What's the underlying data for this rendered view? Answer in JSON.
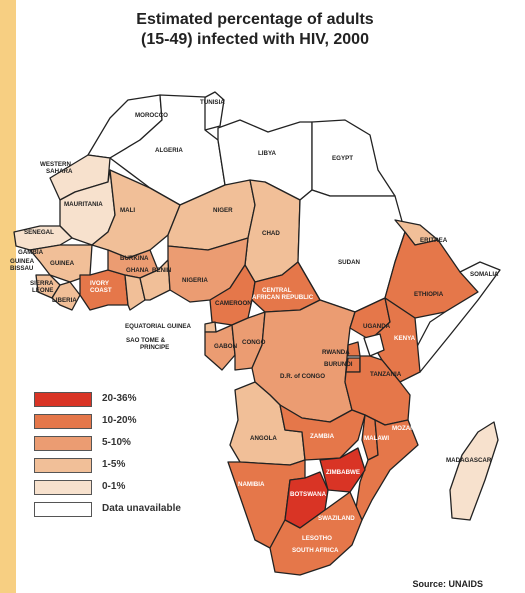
{
  "title_line1": "Estimated percentage of adults",
  "title_line2": "(15-49) infected with HIV, 2000",
  "source": "Source: UNAIDS",
  "legend": [
    {
      "label": "20-36%",
      "color": "#d93425"
    },
    {
      "label": "10-20%",
      "color": "#e5774a"
    },
    {
      "label": "5-10%",
      "color": "#eb9c72"
    },
    {
      "label": "1-5%",
      "color": "#f1bf98"
    },
    {
      "label": "0-1%",
      "color": "#f7e1cd"
    },
    {
      "label": "Data unavailable",
      "color": "#ffffff"
    }
  ],
  "countries": {
    "morocco": "MOROCCO",
    "tunisia": "TUNISIA",
    "algeria": "ALGERIA",
    "libya": "LIBYA",
    "egypt": "EGYPT",
    "western_sahara_1": "WESTERN",
    "western_sahara_2": "SAHARA",
    "mauritania": "MAURITANIA",
    "mali": "MALI",
    "niger": "NIGER",
    "chad": "CHAD",
    "sudan": "SUDAN",
    "eritrea": "ERITREA",
    "somalia": "SOMALIA",
    "ethiopia": "ETHIOPIA",
    "senegal": "SENEGAL",
    "gambia": "GAMBIA",
    "guinea": "GUINEA",
    "guinea_bissau_1": "GUINEA",
    "guinea_bissau_2": "BISSAU",
    "sierra_leone_1": "SIERRA",
    "sierra_leone_2": "LEONE",
    "liberia": "LIBERIA",
    "ivory_coast_1": "IVORY",
    "ivory_coast_2": "COAST",
    "burkina": "BURKINA",
    "ghana": "GHANA",
    "benin": "BENIN",
    "nigeria": "NIGERIA",
    "cameroon": "CAMEROON",
    "car_1": "CENTRAL",
    "car_2": "AFRICAN REPUBLIC",
    "equatorial_guinea": "EQUATORIAL GUINEA",
    "sao_tome_1": "SAO TOME &",
    "sao_tome_2": "PRINCIPE",
    "gabon": "GABON",
    "congo": "CONGO",
    "uganda": "UGANDA",
    "kenya": "KENYA",
    "rwanda": "RWANDA",
    "burundi": "BURUNDI",
    "drc": "D.R. of CONGO",
    "tanzania": "TANZANIA",
    "angola": "ANGOLA",
    "zambia": "ZAMBIA",
    "malawi": "MALAWI",
    "mozambique": "MOZAMBIQUE",
    "zimbabwe": "ZIMBABWE",
    "namibia": "NAMIBIA",
    "botswana": "BOTSWANA",
    "swaziland": "SWAZILAND",
    "lesotho": "LESOTHO",
    "south_africa": "SOUTH AFRICA",
    "madagascar": "MADAGASCAR"
  }
}
